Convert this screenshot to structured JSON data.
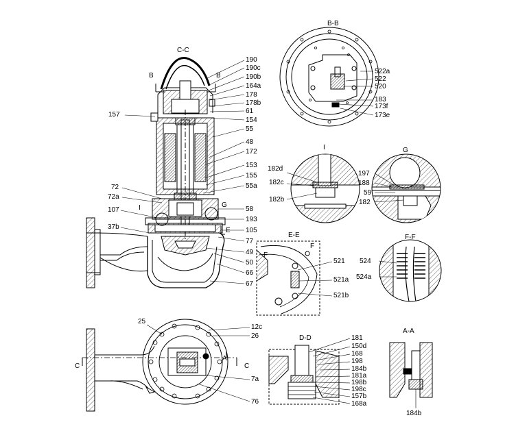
{
  "sections": {
    "cc": "C-C",
    "bb": "B-B",
    "i": "I",
    "g": "G",
    "ee": "E-E",
    "ff": "F-F",
    "dd": "D-D",
    "aa": "A-A"
  },
  "cut_marks": {
    "b": "B",
    "c": "C",
    "a": "A",
    "e": "E",
    "f": "F",
    "i": "I",
    "g": "G"
  },
  "labels": {
    "cc_right": [
      "190",
      "190c",
      "190b",
      "164a",
      "178",
      "178b",
      "61",
      "154",
      "55",
      "48",
      "172",
      "153",
      "155",
      "55a",
      "58",
      "193",
      "105",
      "77",
      "49",
      "50",
      "66",
      "67"
    ],
    "cc_left": [
      "157",
      "72",
      "72a",
      "107",
      "37b"
    ],
    "bb": [
      "522a",
      "522",
      "520",
      "183",
      "173f",
      "173e"
    ],
    "i": [
      "182d",
      "182c",
      "182b"
    ],
    "g": [
      "197",
      "188",
      "59",
      "182"
    ],
    "ee": [
      "521",
      "521a",
      "521b"
    ],
    "ff": [
      "524",
      "524a"
    ],
    "top_view": [
      "25",
      "12c",
      "26",
      "7a",
      "76"
    ],
    "dd": [
      "181",
      "150d",
      "168",
      "198",
      "184b",
      "181a",
      "198b",
      "198c",
      "157b",
      "168a"
    ],
    "aa": [
      "184b"
    ]
  },
  "colors": {
    "line": "#000000",
    "hatch": "#555555",
    "background": "#ffffff"
  }
}
